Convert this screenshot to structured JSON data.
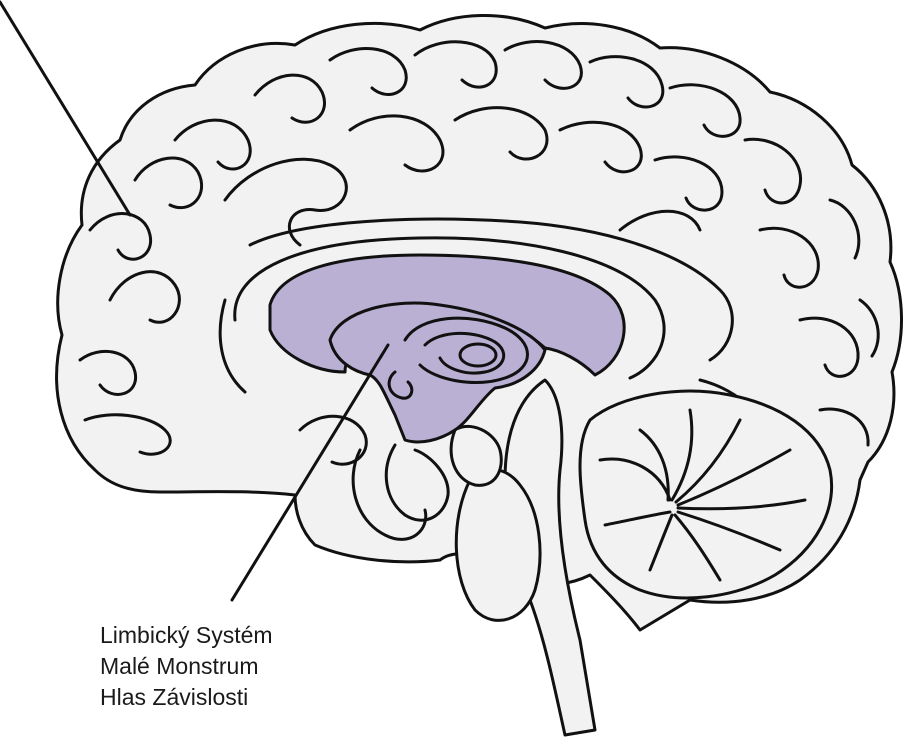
{
  "diagram": {
    "subject": "",
    "labels": [
      "Limbický Systém",
      "Malé Monstrum",
      "Hlas Závislosti"
    ],
    "colors": {
      "brain_fill": "#f2f2f2",
      "outline": "#111111",
      "limbic_fill": "#b9b0d3",
      "text": "#1a1a1a"
    }
  }
}
